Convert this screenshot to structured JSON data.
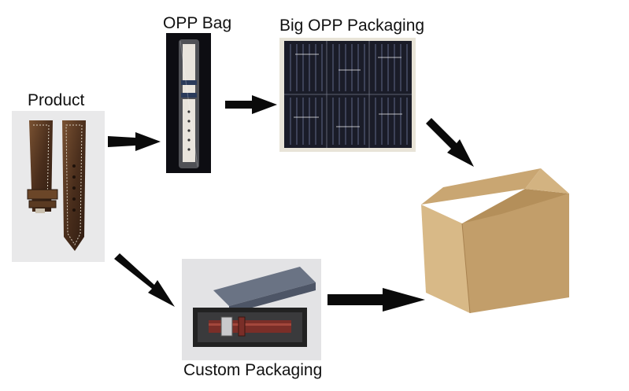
{
  "labels": {
    "product": "Product",
    "opp_bag": "OPP Bag",
    "big_opp": "Big OPP Packaging",
    "custom": "Custom Packaging"
  },
  "colors": {
    "arrow": "#0a0a0a",
    "leather_dark": "#3a2418",
    "leather_mid": "#6b4628",
    "stitch": "#d8cfc0",
    "opp_bg": "#0d0d12",
    "strap_canvas": "#e9e4dc",
    "strap_navy": "#2a3a5a",
    "bundle_bg": "#1a1c28",
    "bundle_frame": "#e8e4d8",
    "box_grey": "#6a7384",
    "carton_light": "#d8b987",
    "carton_dark": "#c29e6a"
  },
  "icons": {
    "product": "leather-watch-strap-photo",
    "opp_bag": "strap-in-opp-bag-photo",
    "big_opp": "bundled-opp-bags-photo",
    "custom": "strap-in-gift-box-photo",
    "carton": "cardboard-shipping-box-photo"
  }
}
